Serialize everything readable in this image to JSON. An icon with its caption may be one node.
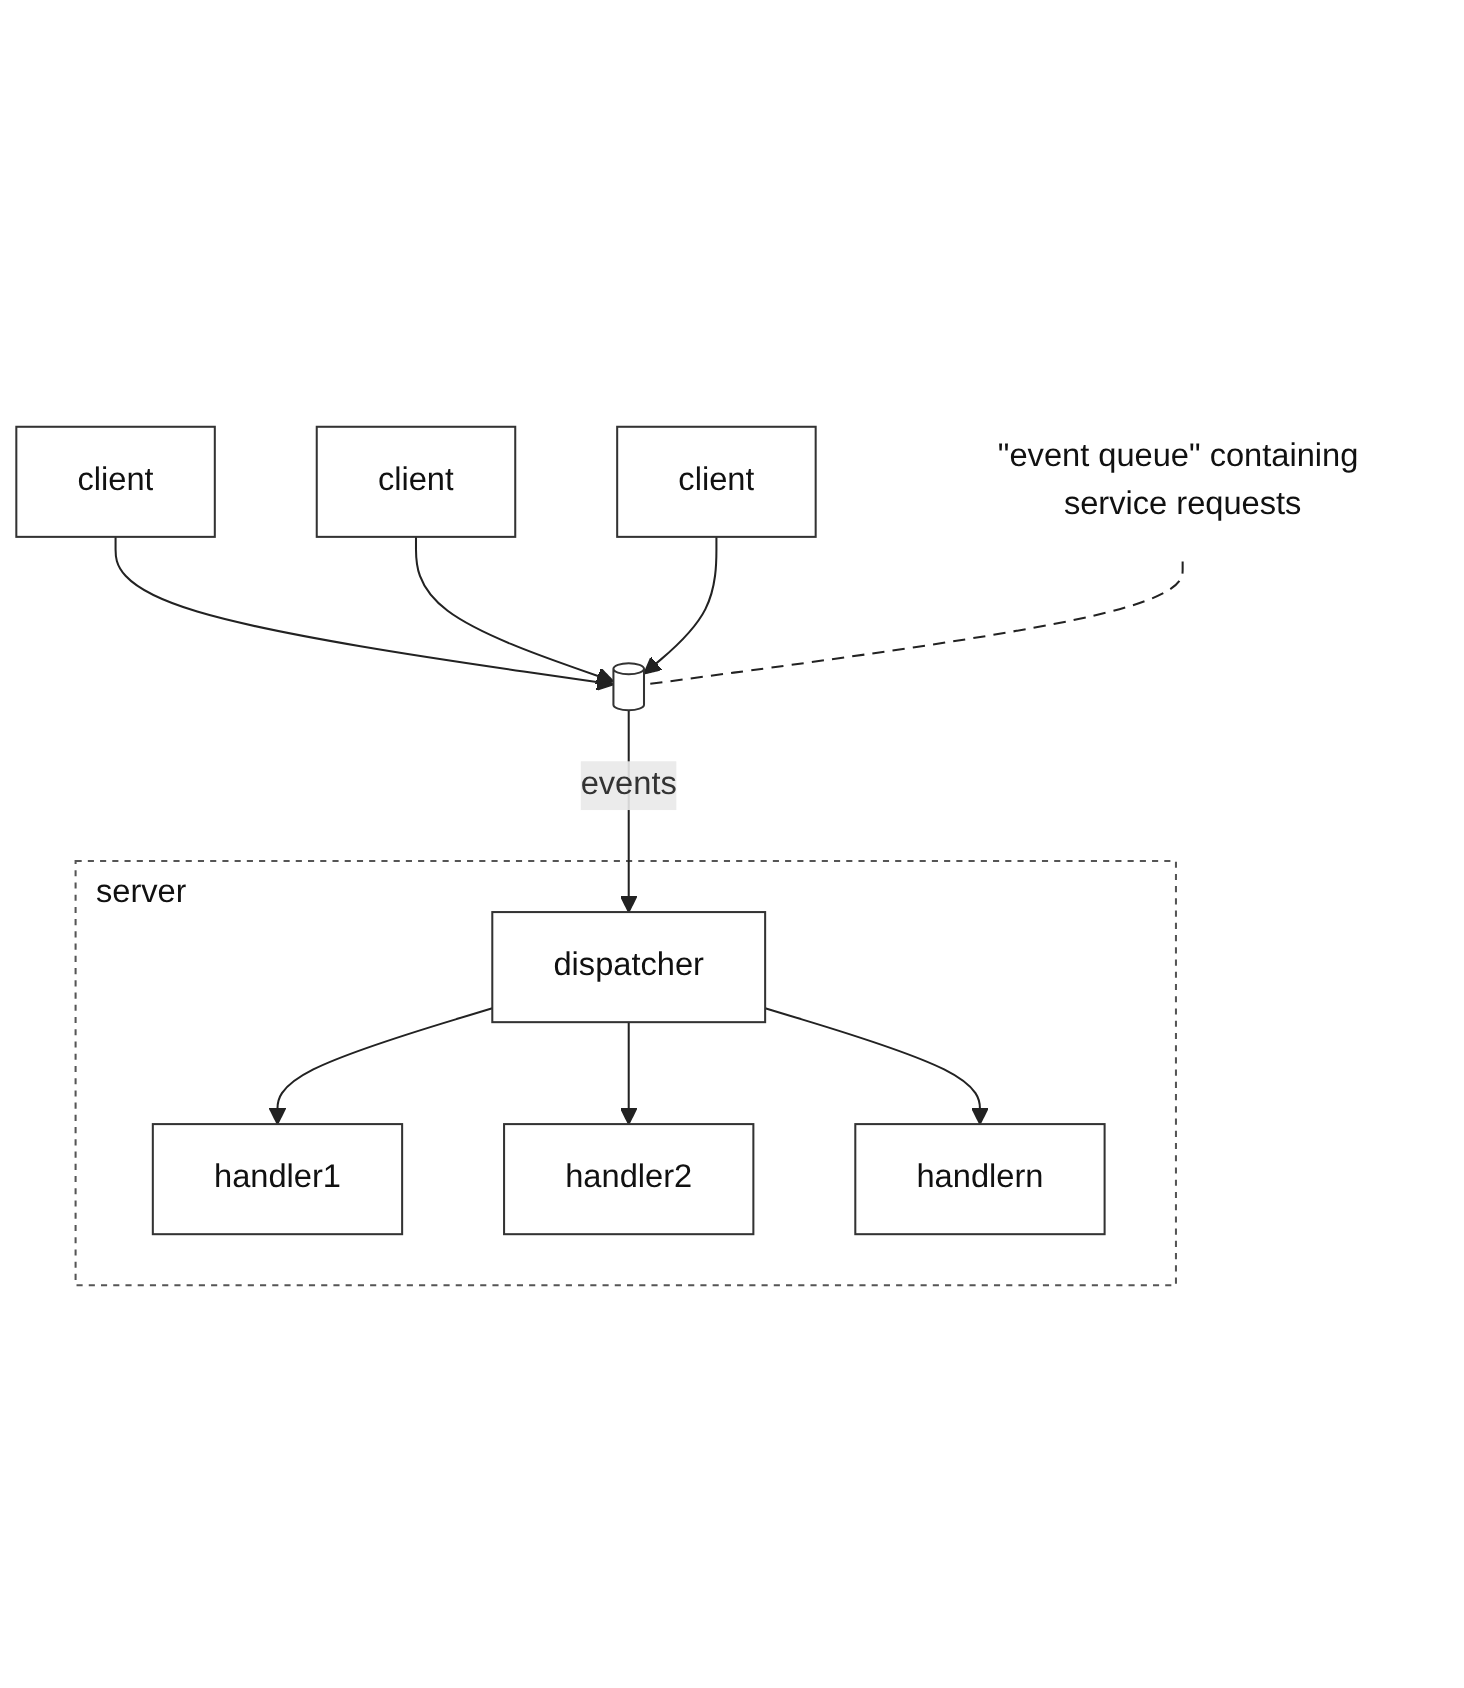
{
  "diagram": {
    "nodes": [
      {
        "text": [
          "client"
        ]
      },
      {
        "text": [
          "client"
        ]
      },
      {
        "text": [
          "client"
        ]
      },
      {
        "text": [],
        "shape": "cylinder"
      },
      {
        "text": [
          "\"event queue\" containing service requests"
        ]
      },
      {
        "text": [
          "server"
        ]
      },
      {
        "text": [
          "dispatcher"
        ],
        "in": 5
      },
      {
        "text": [
          "handler1"
        ],
        "in": 5
      },
      {
        "text": [
          "handler2"
        ],
        "in": 5
      },
      {
        "text": [
          "handlern"
        ],
        "in": 5
      }
    ],
    "edges": [
      {
        "from": 0,
        "to": 3,
        "arrow": "to"
      },
      {
        "from": 1,
        "to": 3,
        "arrow": "to"
      },
      {
        "from": 2,
        "to": 3,
        "arrow": "to"
      },
      {
        "from": 4,
        "to": 3,
        "arrow": "none",
        "style": "dashed"
      },
      {
        "from": 3,
        "to": 6,
        "arrow": "to",
        "label": "events"
      },
      {
        "from": 6,
        "to": 7,
        "arrow": "to"
      },
      {
        "from": 6,
        "to": 8,
        "arrow": "to"
      },
      {
        "from": 6,
        "to": 9,
        "arrow": "to"
      }
    ]
  }
}
